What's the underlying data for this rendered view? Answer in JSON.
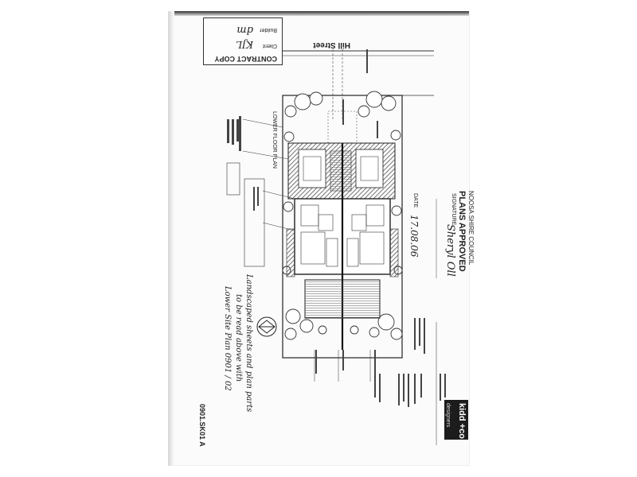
{
  "stamp": {
    "title": "CONTRACT COPY",
    "client_label": "Client",
    "client_sig": "KJL",
    "builder_label": "Builder",
    "builder_sig": "dm"
  },
  "street": {
    "name": "Hill Street"
  },
  "approval": {
    "council": "NOOSA SHIRE COUNCIL",
    "status": "PLANS APPROVED",
    "signature_label": "SIGNATURE",
    "signature": "Sheryl Oll",
    "date_label": "DATE",
    "date": "17.08.06"
  },
  "plan": {
    "title": "LOWER FLOOR PLAN"
  },
  "handnote": {
    "line1": "Landscaped sheets and plan parts",
    "line2": "to be read above with",
    "line3": "Lower Site Plan 0901 / 02"
  },
  "titleblock": {
    "brand": "kidd +co",
    "brand_sub": "designers",
    "drawing_no": "0901.SK01 A"
  }
}
